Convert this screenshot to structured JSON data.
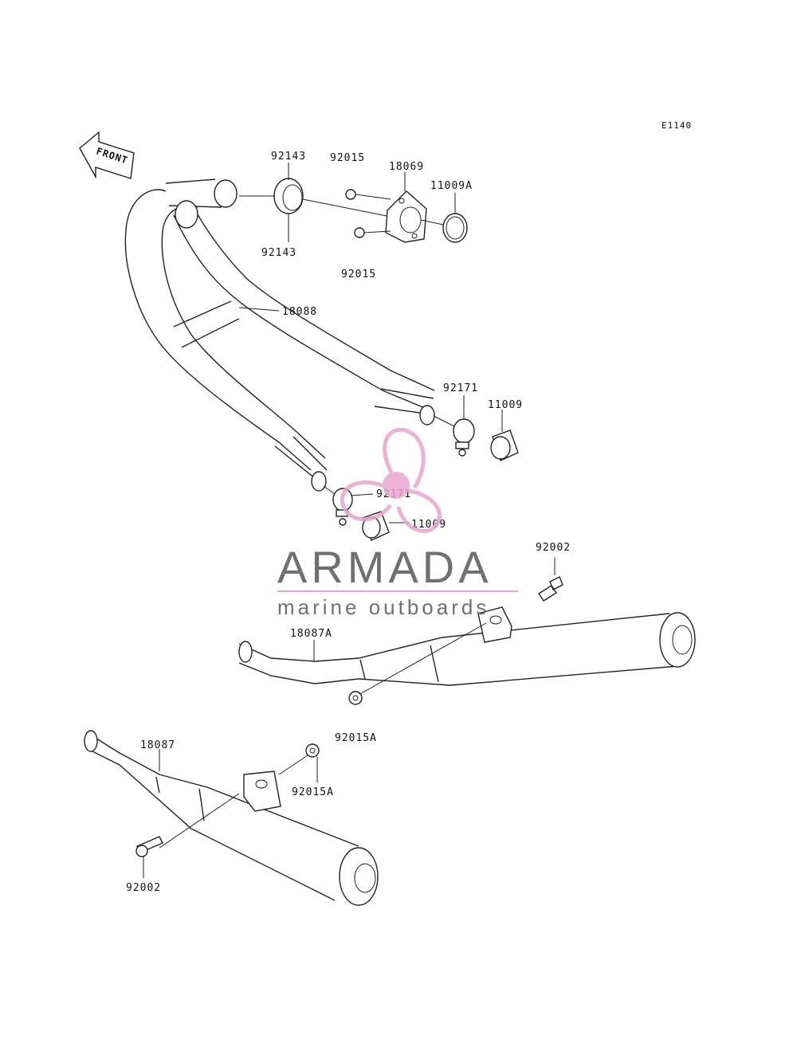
{
  "diagram_code": "E1140",
  "front_label": "FRONT",
  "watermark": {
    "brand": "ARMADA",
    "tagline": "marine outboards",
    "brand_color": "#707070",
    "logo_color": "#e8a5cf"
  },
  "parts": {
    "p92143_top": "92143",
    "p92015_top": "92015",
    "p18069": "18069",
    "p11009A": "11009A",
    "p92143_bottom": "92143",
    "p92015_bottom": "92015",
    "p18088": "18088",
    "p92171_right": "92171",
    "p11009_right": "11009",
    "p92171_left": "92171",
    "p11009_left": "11009",
    "p92002_upper": "92002",
    "p18087A": "18087A",
    "p92015A_upper": "92015A",
    "p18087": "18087",
    "p92015A_lower": "92015A",
    "p92002_lower": "92002"
  }
}
